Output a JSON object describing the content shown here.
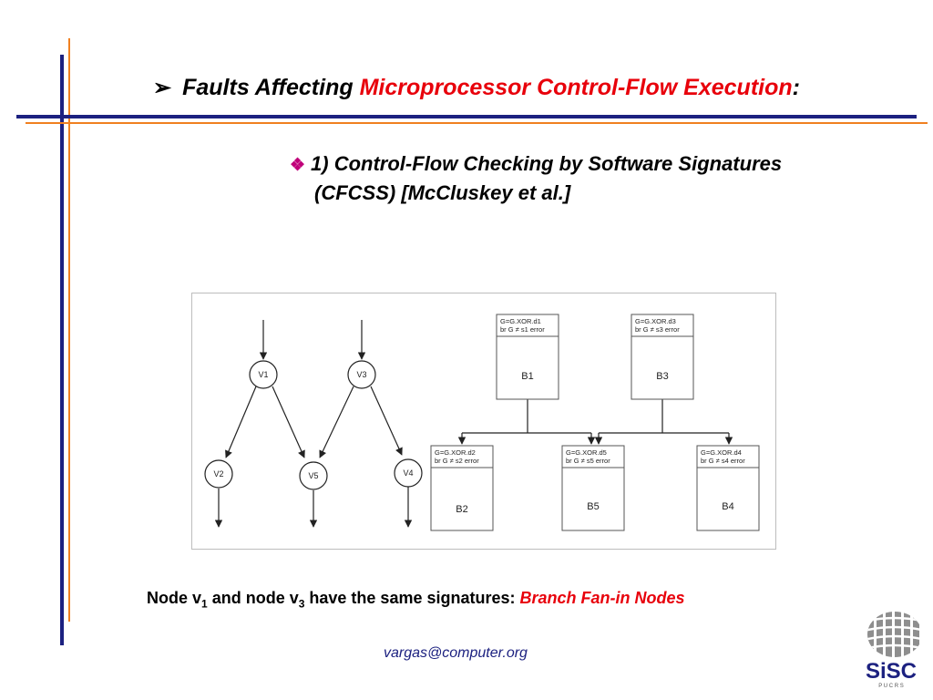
{
  "title": {
    "prefix": "Faults Affecting ",
    "highlight": "Microprocessor Control-Flow Execution",
    "suffix": ":"
  },
  "subtitle": {
    "line1": "1) Control-Flow Checking by Software Signatures",
    "line2": "(CFCSS) [McCluskey et al.]"
  },
  "graph": {
    "nodes": [
      "V1",
      "V3",
      "V2",
      "V5",
      "V4"
    ]
  },
  "blocks": [
    {
      "id": "B1",
      "line1": "G=G.XOR.d1",
      "line2": "br G ≠ s1  error"
    },
    {
      "id": "B3",
      "line1": "G=G.XOR.d3",
      "line2": "br G ≠ s3  error"
    },
    {
      "id": "B2",
      "line1": "G=G.XOR.d2",
      "line2": "br G ≠ s2  error"
    },
    {
      "id": "B5",
      "line1": "G=G.XOR.d5",
      "line2": "br G ≠ s5  error"
    },
    {
      "id": "B4",
      "line1": "G=G.XOR.d4",
      "line2": "br G ≠ s4  error"
    }
  ],
  "caption": {
    "p1": "Node v",
    "s1": "1",
    "p2": " and node v",
    "s2": "3",
    "p3": " have the same signatures: ",
    "highlight": "Branch Fan-in Nodes"
  },
  "footer": {
    "email": "vargas@computer.org"
  },
  "logo": {
    "text": "SiSC",
    "subtext": "P U C R S"
  },
  "colors": {
    "navy": "#1c2180",
    "orange": "#f08020",
    "red": "#e8000b"
  }
}
